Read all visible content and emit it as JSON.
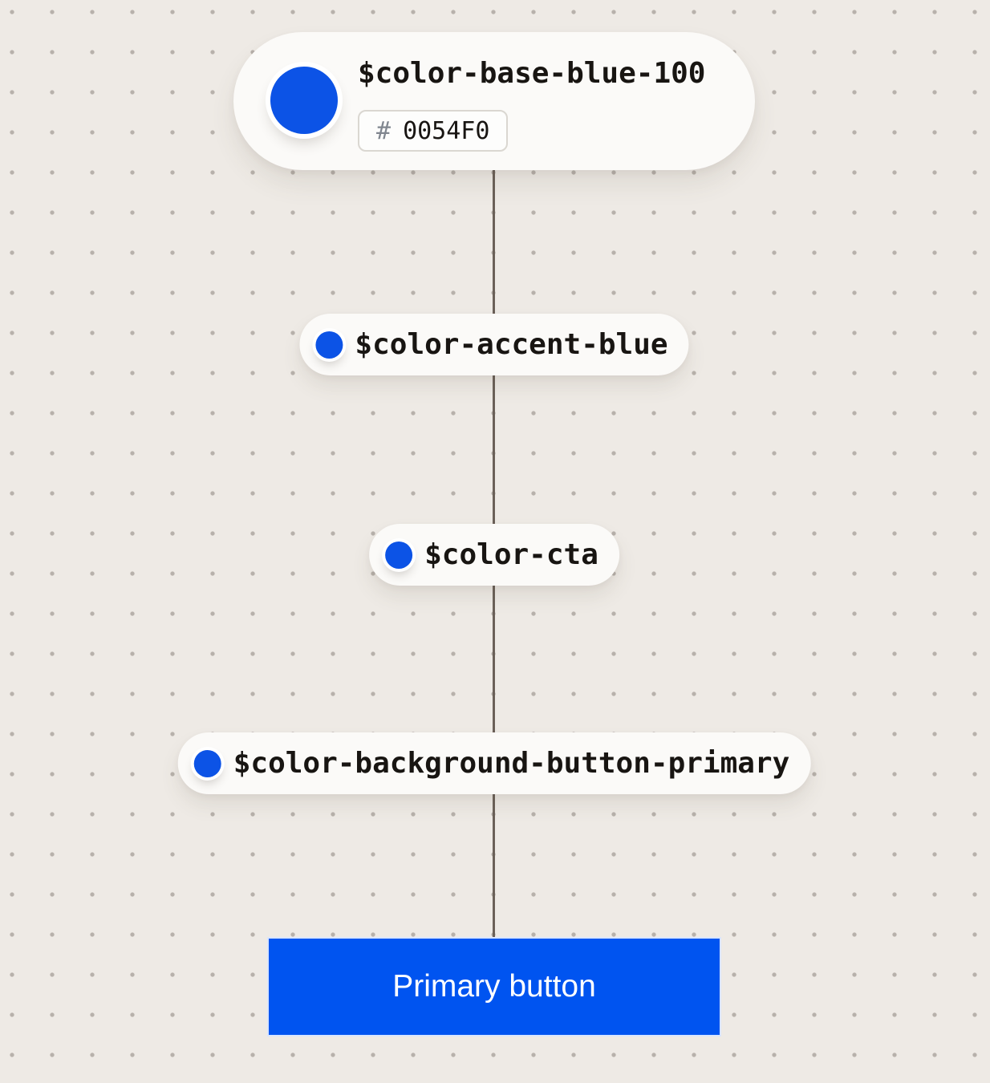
{
  "canvas": {
    "background_color": "#EEEAE5",
    "dot_color": "#B7B1AB",
    "connector_color": "#6B6159",
    "node_background": "#FBFAF8"
  },
  "root_token": {
    "name": "$color-base-blue-100",
    "hex_prefix": "#",
    "hex_value": "0054F0",
    "swatch_color": "#0C53E6"
  },
  "alias_tokens": [
    {
      "name": "$color-accent-blue",
      "swatch_color": "#0C53E6"
    },
    {
      "name": "$color-cta",
      "swatch_color": "#0C53E6"
    },
    {
      "name": "$color-background-button-primary",
      "swatch_color": "#0C53E6"
    }
  ],
  "component": {
    "label": "Primary button",
    "background_color": "#0054F0",
    "text_color": "#FFFFFF"
  }
}
